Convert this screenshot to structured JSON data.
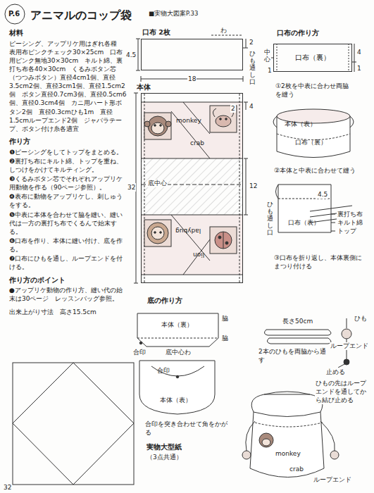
{
  "diagram": {
    "title": "アニマルのコップ袋",
    "nodes": [
      {
        "text": [
          "口布 2枚"
        ]
      },
      {
        "text": [
          "本体",
          "底中心"
        ]
      },
      {
        "text": [
          "monkey"
        ],
        "in": 1
      },
      {
        "text": [
          "crab"
        ],
        "in": 1
      },
      {
        "text": [
          "ladybug"
        ],
        "in": 1
      },
      {
        "text": [
          "lion"
        ],
        "in": 1
      },
      {
        "text": [
          "口布（裏）"
        ]
      }
    ],
    "labels": [
      "P.6",
      "■実物大図案P.33",
      "材料",
      "ピーシング、アップリケ用はぎれ各種　表用布ピンクチェック30×25cm　口布用ピンク無地30×30cm　キルト綿、裏打ち布各40×30cm　くるみボタン芯（つつみボタン）直径4cm1個、直径3.5cm2個、直径3cm1個、直径1.5cm2個　ボタン直径0.7cm3個、直径0.5cm6個、直径0.3cm4個　カニ用ハート形ボタン2個　直径0.3cmひも1m　直径1.5cmループエンド2個　ジャバラテープ、ボタン付け糸各適宜",
      "作り方",
      "❶ピーシングをしてトップをまとめる。",
      "❷裏打ち布にキルト綿、トップを重ね、しつけをかけてキルティング。",
      "❸くるみボタン芯でそれぞれアップリケ用動物を作る（90ページ参照）。",
      "❹表布に動物をアップリケし、刺しゅうをする。",
      "❺中表に本体を合わせて脇を縫い、縫い代は一方の裏打ち布でくるんで始末する。",
      "❻口布を作り、本体に縫い付け、底を作る。",
      "❼口布にひもを通し、ループエンドを付ける。",
      "作り方のポイント",
      "●アップリケ動物の作り方、縫い代の始末は30ページ　レッスンバッグ参照。",
      "出来上がり寸法　高さ15.5cm",
      "わ",
      "4.5",
      "2",
      "ひも通し口",
      "18",
      "2",
      "4",
      "32",
      "12",
      "口布の作り方",
      "中心",
      "4",
      "1",
      "1",
      "①2枚を中表に合わせ両脇を縫う",
      "本体（表）",
      "口布（裏）",
      "②本体と中表に合わせて縫う",
      "裏打ち布",
      "キルト綿",
      "トップ",
      "ひも通し口",
      "口布（表）",
      "4.5",
      "③口布を折り返し、本体裏側にまつり付ける",
      "底の作り方",
      "本体（裏）",
      "脇",
      "合印",
      "底中心わ",
      "脇",
      "合印",
      "本体（表）",
      "合印を突き合わせて角をかがる",
      "長さ50cm",
      "ひも",
      "2本のひもを両脇から通す",
      "ループエンド",
      "止める",
      "ひもの先はループエンドを通してから結び止める",
      "monkey",
      "crab",
      "ループエンド",
      "実物大型紙",
      "（3点共通）",
      "32"
    ]
  }
}
